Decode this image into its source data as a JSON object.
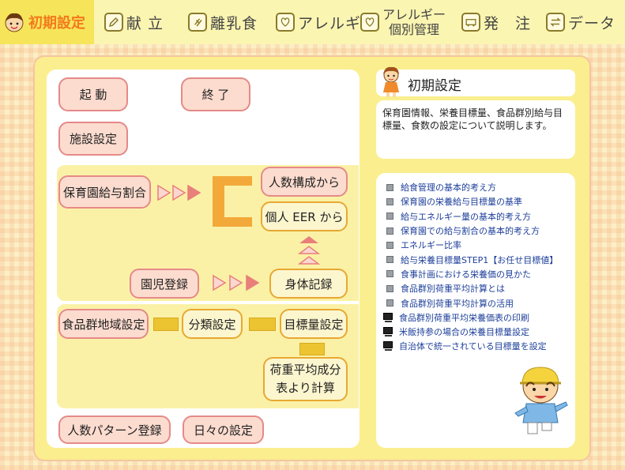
{
  "nav": {
    "active": "初期設定",
    "tabs": [
      {
        "label": "献 立",
        "icon": "pencil-icon"
      },
      {
        "label": "離乳食",
        "icon": "baby-bottle-icon"
      },
      {
        "label": "アレルギー",
        "icon": "heart-icon"
      },
      {
        "label_line1": "アレルギー",
        "label_line2": "個別管理",
        "icon": "heart-icon"
      },
      {
        "label": "発　注",
        "icon": "truck-icon"
      },
      {
        "label": "データ",
        "icon": "exchange-icon"
      }
    ]
  },
  "buttons": {
    "start": "起 動",
    "end": "終 了",
    "facility": "施設設定",
    "nursery_ratio": "保育園給与割合",
    "from_population": "人数構成から",
    "from_eer": "個人 EER から",
    "child_registration": "園児登録",
    "body_record": "身体記録",
    "food_group_region": "食品群地域設定",
    "classification": "分類設定",
    "target_setting": "目標量設定",
    "weighted_line1": "荷重平均成分",
    "weighted_line2": "表より計算",
    "population_pattern": "人数パターン登録",
    "daily_setting": "日々の設定"
  },
  "panel": {
    "title": "初期設定",
    "description": "保育園情報、栄養目標量、食品群別給与目標量、食数の設定について説明します。",
    "links": [
      {
        "text": "給食管理の基本的考え方",
        "type": "doc"
      },
      {
        "text": "保育園の栄養給与目標量の基準",
        "type": "doc"
      },
      {
        "text": "給与エネルギー量の基本的考え方",
        "type": "doc"
      },
      {
        "text": "保育園での給与割合の基本的考え方",
        "type": "doc"
      },
      {
        "text": "エネルギー比率",
        "type": "doc"
      },
      {
        "text": "給与栄養目標量STEP1【お任せ目標値】",
        "type": "doc"
      },
      {
        "text": "食事計画における栄養価の見かた",
        "type": "doc"
      },
      {
        "text": "食品群別荷重平均計算とは",
        "type": "doc"
      },
      {
        "text": "食品群別荷重平均計算の活用",
        "type": "doc"
      },
      {
        "text": "食品群別荷重平均栄養価表の印刷",
        "type": "screen"
      },
      {
        "text": "米飯持参の場合の栄養目標量設定",
        "type": "screen"
      },
      {
        "text": "自治体で統一されている目標量を設定",
        "type": "screen"
      }
    ]
  },
  "colors": {
    "accent": "#f27a1c",
    "link": "#1d3f9a",
    "arrow": "#e87f7a",
    "bracket": "#f3a93a"
  }
}
